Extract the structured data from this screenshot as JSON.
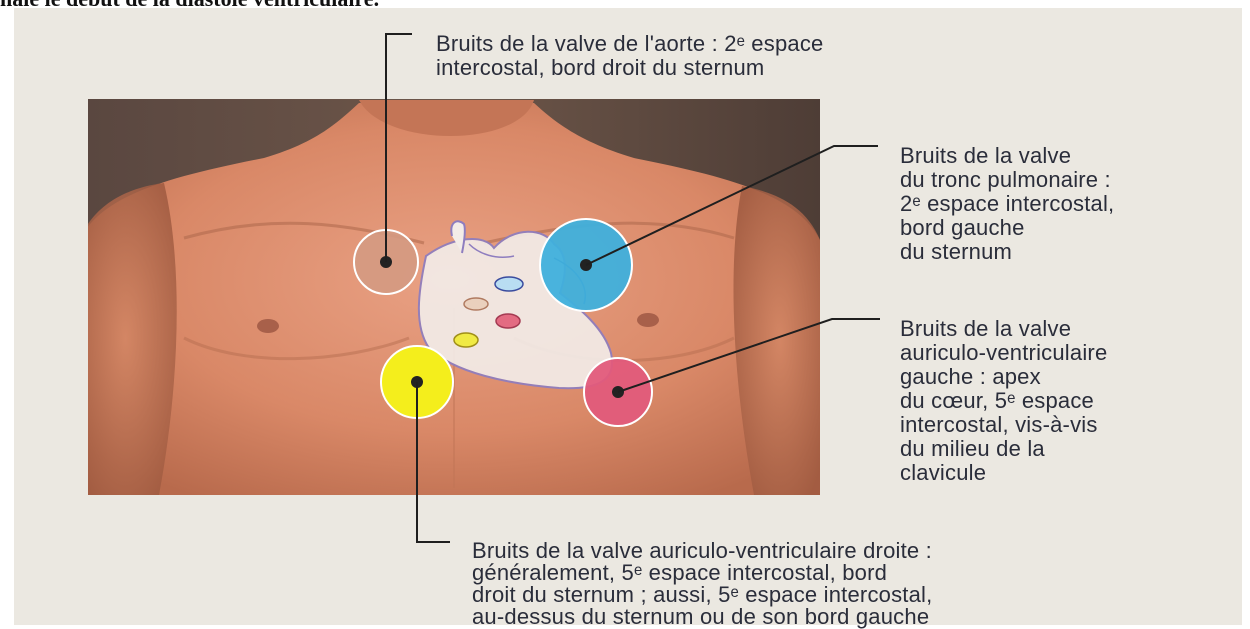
{
  "header_fragment": "nale le début de la diastole ventriculaire.",
  "labels": {
    "aortic": "Bruits de la valve de l'aorte : 2ᵉ espace\nintercostal, bord droit du sternum",
    "pulmonary": "Bruits de la valve\ndu tronc pulmonaire :\n2ᵉ espace intercostal,\nbord gauche\ndu sternum",
    "mitral": "Bruits de la valve\nauriculo-ventriculaire\ngauche : apex\ndu cœur, 5ᵉ espace\nintercostal, vis-à-vis\ndu milieu de la\nclavicule",
    "tricuspid": "Bruits de la valve auriculo-ventriculaire droite :\ngénéralement, 5ᵉ espace intercostal, bord\ndroit du sternum ; aussi, 5ᵉ espace intercostal,\nau-dessus du sternum ou de son bord gauche"
  },
  "colors": {
    "aortic_zone": "#d49a82",
    "pulmonary_zone": "#3fb0dc",
    "mitral_zone": "#e25b7b",
    "tricuspid_zone": "#f4ee1c",
    "page": "#ebe8e1",
    "text": "#2a2d3a"
  }
}
